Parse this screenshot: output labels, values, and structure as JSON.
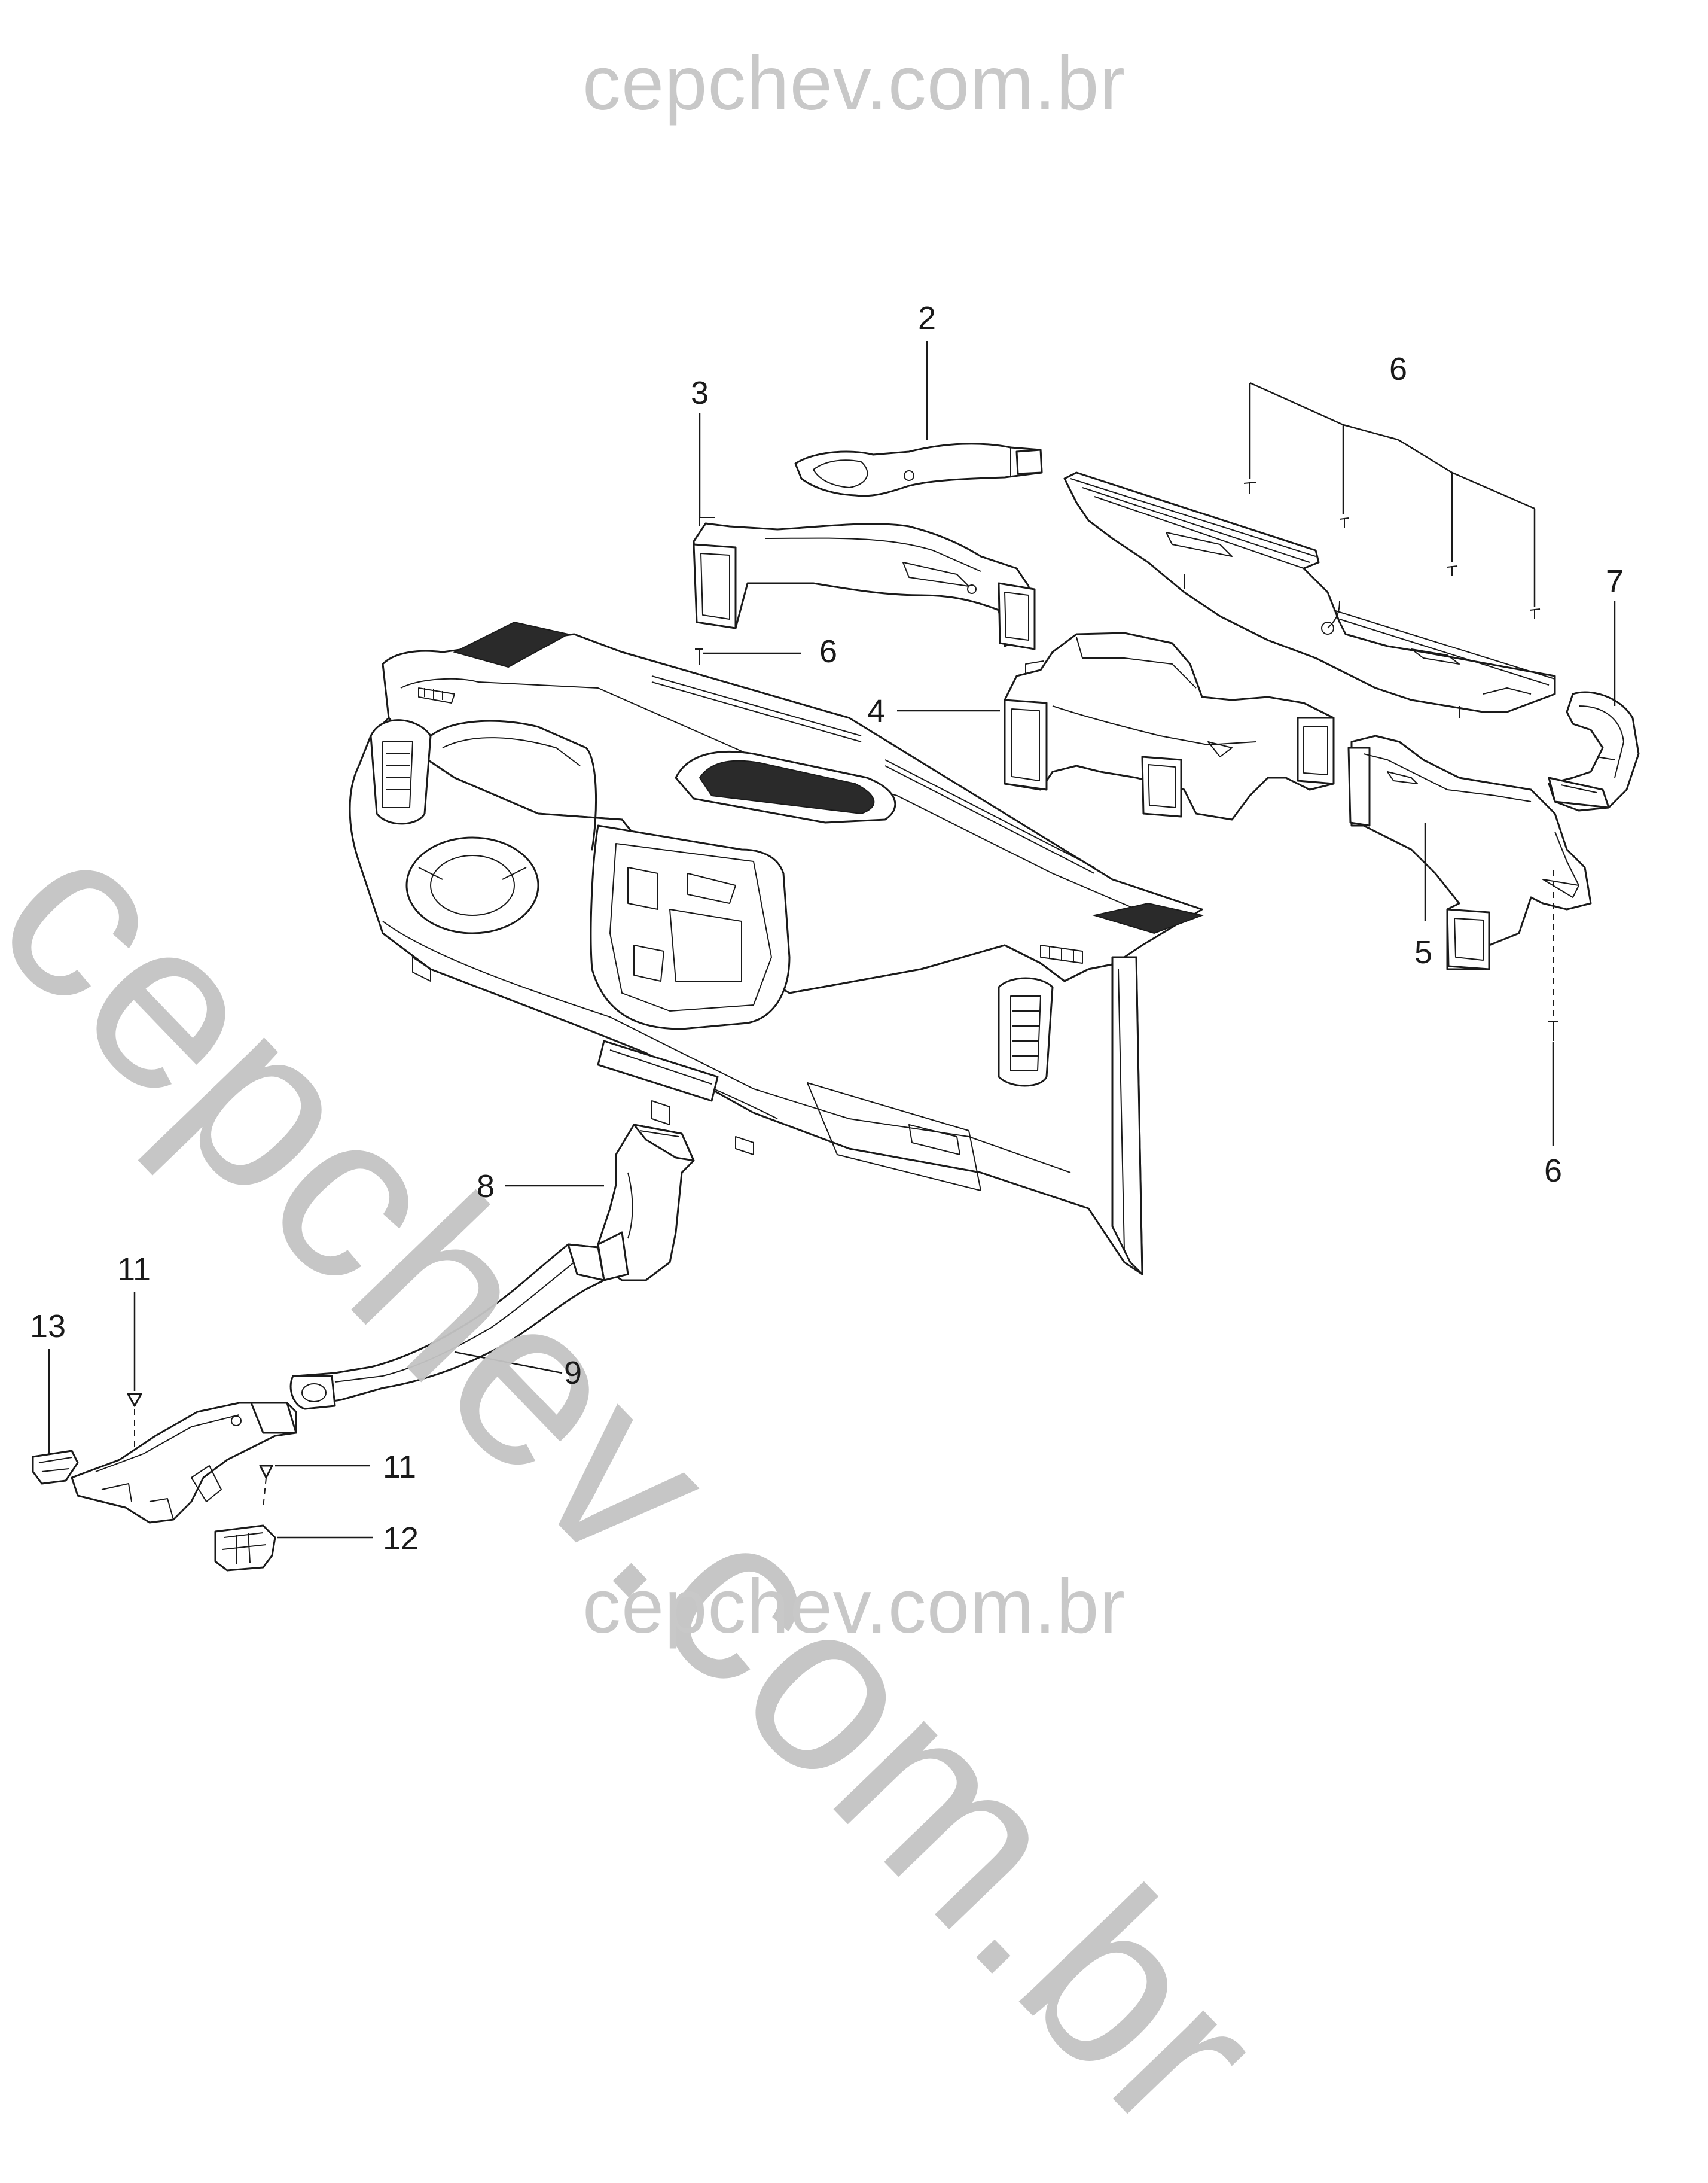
{
  "watermarks": {
    "top": "cepchev.com.br",
    "bottom": "cepchev.com.br",
    "diagonal": "cepchev.com.br"
  },
  "callouts": {
    "c2": "2",
    "c3": "3",
    "c4": "4",
    "c5": "5",
    "c6_top": "6",
    "c6_mid": "6",
    "c6_right": "6",
    "c7": "7",
    "c8": "8",
    "c9": "9",
    "c11_top": "11",
    "c11_right": "11",
    "c12": "12",
    "c13": "13"
  },
  "parts": [
    {
      "ref": "2",
      "icon": "upper-duct-icon"
    },
    {
      "ref": "3",
      "icon": "left-side-duct-icon"
    },
    {
      "ref": "4",
      "icon": "center-duct-icon"
    },
    {
      "ref": "5",
      "icon": "right-side-duct-icon"
    },
    {
      "ref": "6",
      "icon": "screw-icon"
    },
    {
      "ref": "7",
      "icon": "outlet-elbow-icon"
    },
    {
      "ref": "8",
      "icon": "floor-duct-elbow-icon"
    },
    {
      "ref": "9",
      "icon": "floor-duct-icon"
    },
    {
      "ref": "11",
      "icon": "clip-icon"
    },
    {
      "ref": "12",
      "icon": "rear-outlet-icon"
    },
    {
      "ref": "13",
      "icon": "outlet-cap-icon"
    }
  ]
}
